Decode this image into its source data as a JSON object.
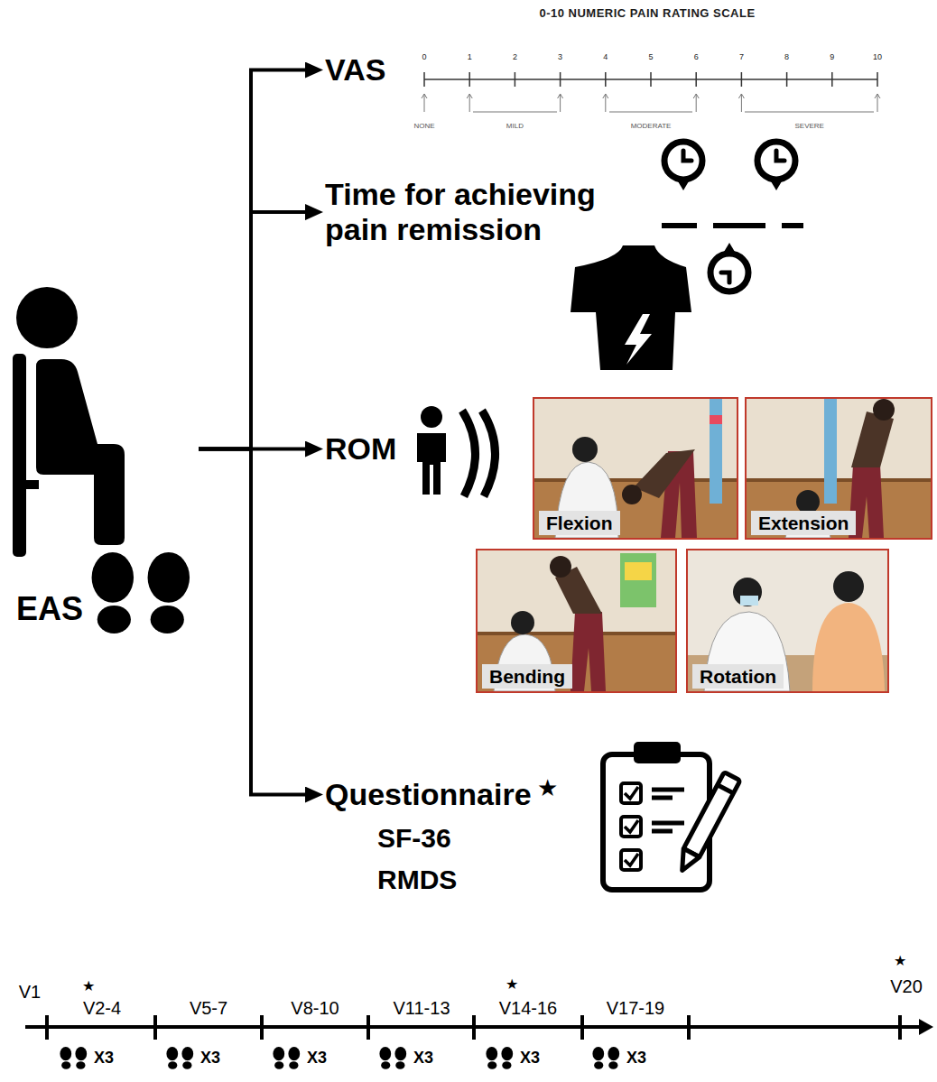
{
  "diagram": {
    "nodes": [
      {
        "text": [
          "EAS"
        ]
      },
      {
        "text": [
          "VAS"
        ]
      },
      {
        "text": [
          "Time for achieving pain remission"
        ]
      },
      {
        "text": [
          "ROM"
        ]
      },
      {
        "text": [
          "Flexion"
        ]
      },
      {
        "text": [
          "Extension"
        ]
      },
      {
        "text": [
          "Bending"
        ]
      },
      {
        "text": [
          "Rotation"
        ]
      },
      {
        "text": [
          "Questionnaire"
        ]
      }
    ],
    "edges": [
      {
        "from": 0,
        "to": 1,
        "arrow": "to"
      },
      {
        "from": 0,
        "to": 2,
        "arrow": "to"
      },
      {
        "from": 0,
        "to": 3,
        "arrow": "to"
      },
      {
        "from": 0,
        "to": 8,
        "arrow": "to"
      }
    ],
    "labels": [
      "0-10 NUMERIC PAIN RATING SCALE",
      "0",
      "1",
      "2",
      "3",
      "4",
      "5",
      "6",
      "7",
      "8",
      "9",
      "10",
      "NONE",
      "MILD",
      "MODERATE",
      "SEVERE",
      "★",
      "SF-36",
      "RMDS",
      "V1",
      "★",
      "V2-4",
      "V5-7",
      "V8-10",
      "V11-13",
      "V14-16",
      "★",
      "V17-19",
      "V20",
      "★",
      "X3",
      "X3",
      "X3",
      "X3",
      "X3",
      "X3"
    ]
  }
}
